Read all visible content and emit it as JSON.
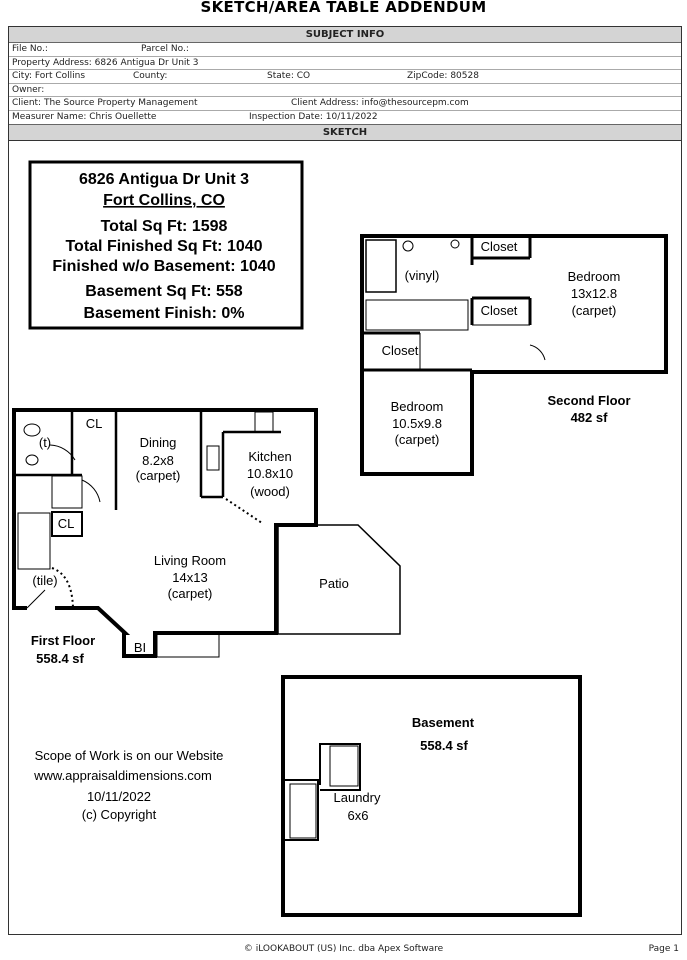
{
  "title": "SKETCH/AREA TABLE ADDENDUM",
  "subject_info": {
    "header": "SUBJECT INFO",
    "file_no": "File No.:",
    "parcel_no": "Parcel No.:",
    "property_address": "Property Address: 6826 Antigua Dr Unit 3",
    "city": "City: Fort Collins",
    "county": "County:",
    "state": "State: CO",
    "zip": "ZipCode: 80528",
    "owner": "Owner:",
    "client": "Client: The Source Property Management",
    "client_address": "Client Address: info@thesourcepm.com",
    "measurer": "Measurer Name: Chris Ouellette",
    "inspection_date": "Inspection Date: 10/11/2022"
  },
  "sketch_header": "SKETCH",
  "summary": {
    "address": "6826 Antigua Dr Unit 3",
    "city": "Fort Collins, CO",
    "total": "Total Sq Ft: 1598",
    "total_finished": "Total Finished Sq Ft: 1040",
    "finished_wo_basement": "Finished w/o Basement: 1040",
    "basement": "Basement Sq Ft: 558",
    "basement_finish": "Basement Finish: 0%"
  },
  "second_floor": {
    "label": "Second Floor",
    "area": "482 sf",
    "closet1": "Closet",
    "closet2": "Closet",
    "closet3": "Closet",
    "vinyl": "(vinyl)",
    "bedroom1": {
      "name": "Bedroom",
      "dims": "13x12.8",
      "floor": "(carpet)"
    },
    "bedroom2": {
      "name": "Bedroom",
      "dims": "10.5x9.8",
      "floor": "(carpet)"
    }
  },
  "first_floor": {
    "label": "First Floor",
    "area": "558.4 sf",
    "cl1": "CL",
    "cl2": "CL",
    "t": "(t)",
    "tile": "(tile)",
    "bi": "BI",
    "patio": "Patio",
    "dining": {
      "name": "Dining",
      "dims": "8.2x8",
      "floor": "(carpet)"
    },
    "kitchen": {
      "name": "Kitchen",
      "dims": "10.8x10",
      "floor": "(wood)"
    },
    "living": {
      "name": "Living Room",
      "dims": "14x13",
      "floor": "(carpet)"
    }
  },
  "basement": {
    "label": "Basement",
    "area": "558.4 sf",
    "laundry": "Laundry",
    "laundry_dims": "6x6"
  },
  "notes": {
    "scope": "Scope of Work is on our Website",
    "site": "www.appraisaldimensions.com",
    "date": "10/11/2022",
    "copyright": "(c) Copyright"
  },
  "footer": {
    "credit": "© iLOOKABOUT (US) Inc. dba Apex Software",
    "page": "Page 1"
  }
}
